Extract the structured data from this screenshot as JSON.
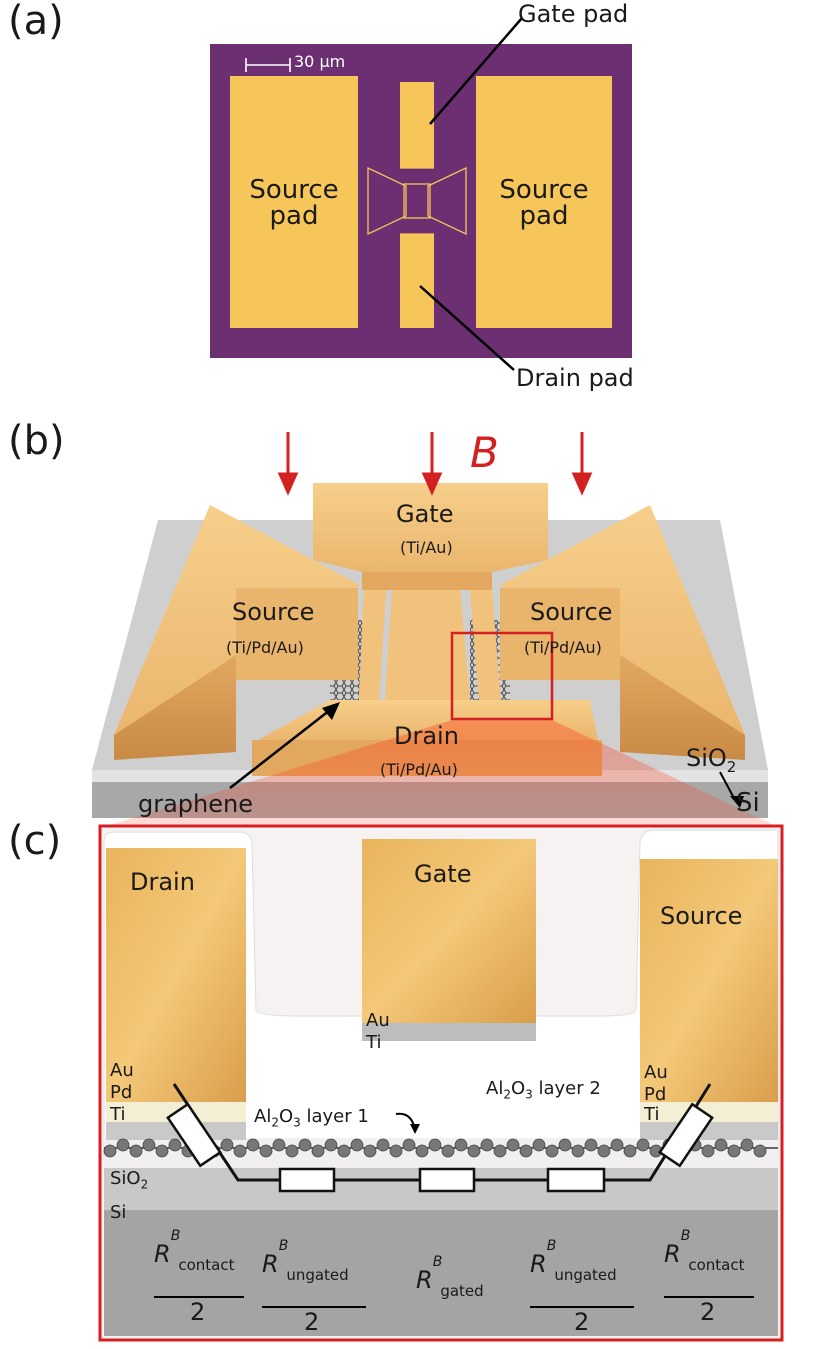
{
  "panel_a": {
    "label": "(a)",
    "scale_bar": "30 μm",
    "source_left": [
      "Source",
      "pad"
    ],
    "source_right": [
      "Source",
      "pad"
    ],
    "gate_pad": "Gate pad",
    "drain_pad": "Drain pad"
  },
  "panel_b": {
    "label": "(b)",
    "field": "B",
    "gate": "Gate",
    "gate_metal": "(Ti/Au)",
    "source_left": "Source",
    "source_left_metal": "(Ti/Pd/Au)",
    "source_right": "Source",
    "source_right_metal": "(Ti/Pd/Au)",
    "drain": "Drain",
    "drain_metal": "(Ti/Pd/Au)",
    "graphene": "graphene",
    "sio2_base": "SiO",
    "sio2_sub": "2",
    "si": "Si"
  },
  "panel_c": {
    "label": "(c)",
    "drain": "Drain",
    "gate": "Gate",
    "source": "Source",
    "left_layers": [
      "Au",
      "Pd",
      "Ti"
    ],
    "gate_layers": [
      "Au",
      "Ti"
    ],
    "right_layers": [
      "Au",
      "Pd",
      "Ti"
    ],
    "al2o3_1": [
      "Al",
      "2",
      "O",
      "3",
      " layer 1"
    ],
    "al2o3_2": [
      "Al",
      "2",
      "O",
      "3",
      " layer 2"
    ],
    "sio2_base": "SiO",
    "sio2_sub": "2",
    "si": "Si",
    "r_contact_left": {
      "base": "R",
      "sup": "B",
      "sub": "contact",
      "den": "2"
    },
    "r_ungated_left": {
      "base": "R",
      "sup": "B",
      "sub": "ungated",
      "den": "2"
    },
    "r_gated": {
      "base": "R",
      "sup": "B",
      "sub": "gated"
    },
    "r_ungated_right": {
      "base": "R",
      "sup": "B",
      "sub": "ungated",
      "den": "2"
    },
    "r_contact_right": {
      "base": "R",
      "sup": "B",
      "sub": "contact",
      "den": "2"
    }
  },
  "colors": {
    "gold": "#f7c65a",
    "purple": "#6b2f72",
    "red": "#d42020",
    "substrate": "#a8a8a8"
  }
}
